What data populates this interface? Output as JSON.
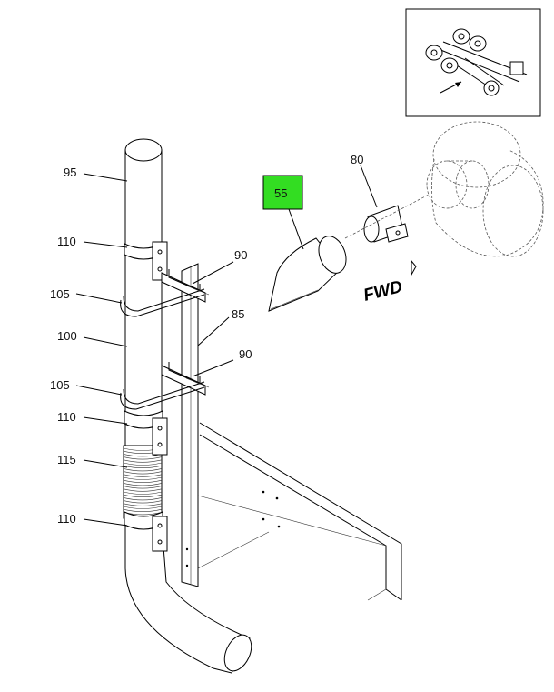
{
  "callouts": [
    {
      "id": "95",
      "label": "95"
    },
    {
      "id": "110a",
      "label": "110"
    },
    {
      "id": "105a",
      "label": "105"
    },
    {
      "id": "100",
      "label": "100"
    },
    {
      "id": "105b",
      "label": "105"
    },
    {
      "id": "110b",
      "label": "110"
    },
    {
      "id": "115",
      "label": "115"
    },
    {
      "id": "110c",
      "label": "110"
    },
    {
      "id": "90a",
      "label": "90"
    },
    {
      "id": "85",
      "label": "85"
    },
    {
      "id": "90b",
      "label": "90"
    },
    {
      "id": "80",
      "label": "80"
    },
    {
      "id": "55",
      "label": "55"
    }
  ],
  "highlight": {
    "label": "55",
    "color": "#33dd22"
  },
  "direction_label": "FWD",
  "colors": {
    "line": "#000000",
    "background": "#ffffff",
    "highlight": "#33dd22"
  }
}
